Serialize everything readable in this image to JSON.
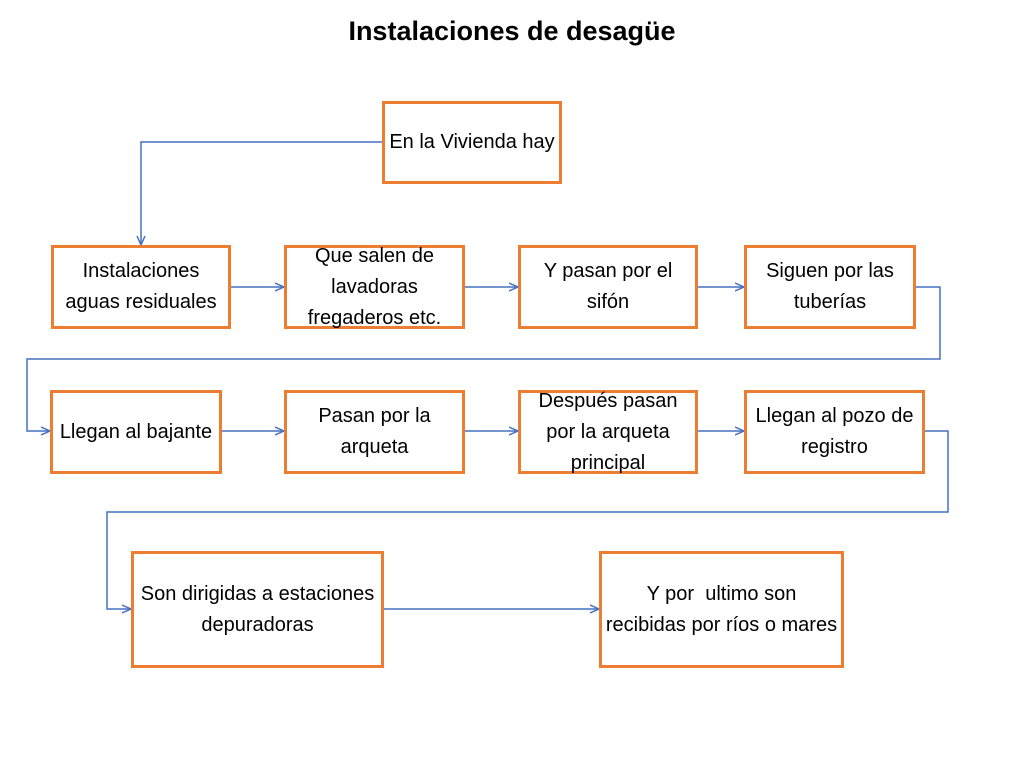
{
  "title": "Instalaciones de desagüe",
  "colors": {
    "box_border": "#ED7D31",
    "connector": "#4472C4"
  },
  "nodes": {
    "vivienda": "En la Vivienda hay",
    "aguas_residuales": "Instalaciones aguas residuales",
    "salen_lavadoras": "Que salen de lavadoras fregaderos etc.",
    "pasan_sifon": "Y pasan por el sifón",
    "siguen_tuberias": "Siguen por las tuberías",
    "llegan_bajante": "Llegan al bajante",
    "pasan_arqueta": "Pasan por la arqueta",
    "arqueta_principal": "Después pasan por la arqueta principal",
    "pozo_registro": "Llegan al pozo de registro",
    "estaciones_depuradoras": "Son dirigidas a estaciones depuradoras",
    "rios_mares": "Y por  ultimo son recibidas por ríos o mares"
  }
}
